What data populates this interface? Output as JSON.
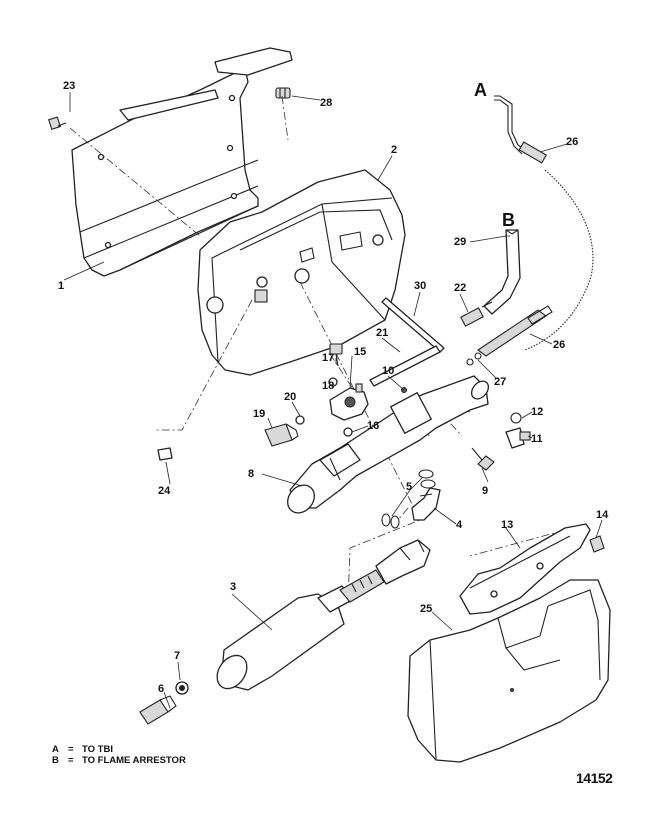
{
  "figure_number": "14152",
  "letters": {
    "a": "A",
    "b": "B"
  },
  "legend": [
    {
      "key": "A",
      "eq": "=",
      "text": "TO TBI"
    },
    {
      "key": "B",
      "eq": "=",
      "text": "TO FLAME ARRESTOR"
    }
  ],
  "callouts": {
    "c1": "1",
    "c2": "2",
    "c3": "3",
    "c4": "4",
    "c5": "5",
    "c6": "6",
    "c7": "7",
    "c8": "8",
    "c9": "9",
    "c10": "10",
    "c11": "11",
    "c12": "12",
    "c13": "13",
    "c14": "14",
    "c15": "15",
    "c16": "16",
    "c17": "17",
    "c18": "18",
    "c19": "19",
    "c20": "20",
    "c21": "21",
    "c22": "22",
    "c23": "23",
    "c24": "24",
    "c25": "25",
    "c26a": "26",
    "c26b": "26",
    "c27": "27",
    "c28": "28",
    "c29": "29",
    "c30": "30"
  }
}
